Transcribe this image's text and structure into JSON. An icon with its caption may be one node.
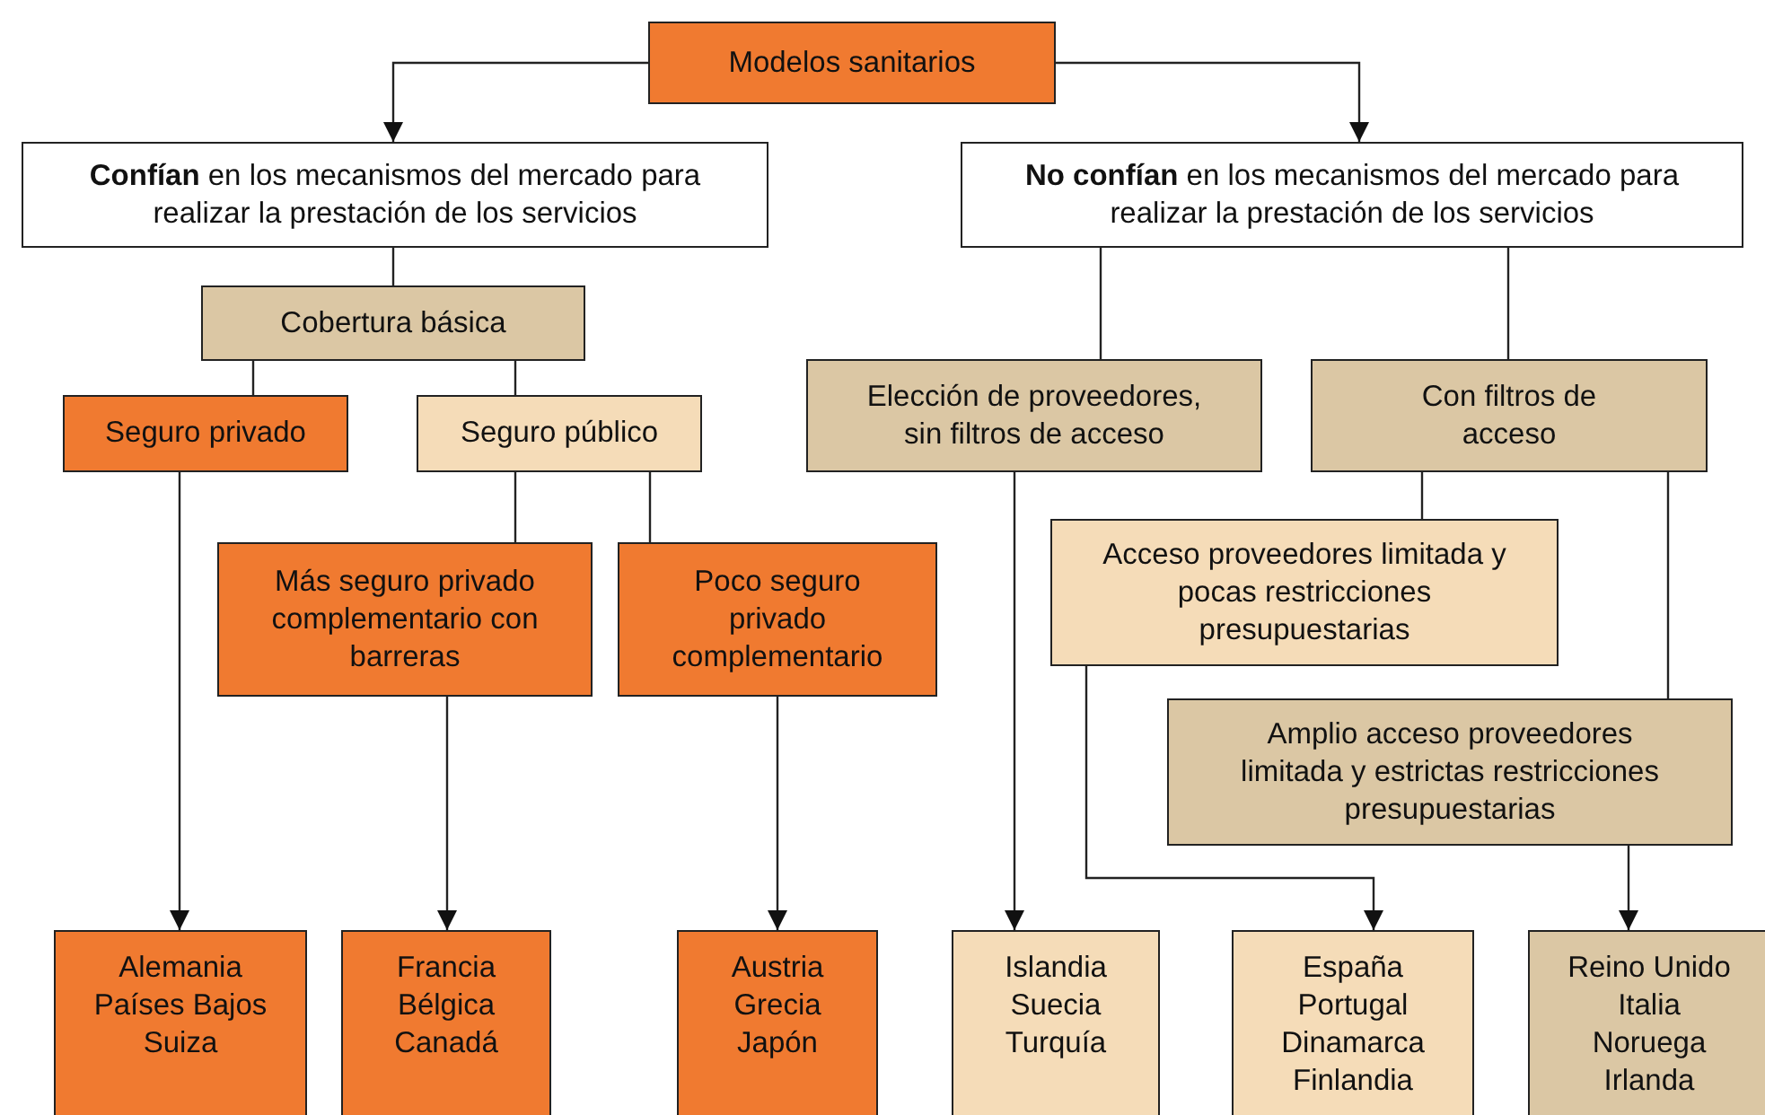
{
  "diagram": {
    "nodes": [
      {
        "text": [
          "Modelos sanitarios"
        ]
      },
      {
        "text": [
          "**Confían** en los mecanismos del mercado para realizar la prestación de los servicios"
        ]
      },
      {
        "text": [
          "**No confían** en los mecanismos del mercado para realizar la prestación de los servicios"
        ]
      },
      {
        "text": [
          "Cobertura básica"
        ]
      },
      {
        "text": [
          "Seguro privado"
        ]
      },
      {
        "text": [
          "Seguro público"
        ]
      },
      {
        "text": [
          "Más seguro privado complementario con barreras"
        ]
      },
      {
        "text": [
          "Poco seguro privado complementario"
        ]
      },
      {
        "text": [
          "Elección de proveedores, sin filtros de acceso"
        ]
      },
      {
        "text": [
          "Con filtros de acceso"
        ]
      },
      {
        "text": [
          "Acceso proveedores limitada y pocas restricciones presupuestarias"
        ]
      },
      {
        "text": [
          "Amplio acceso proveedores limitada y estrictas restricciones presupuestarias"
        ]
      },
      {
        "text": [
          "Alemania Países Bajos Suiza"
        ]
      },
      {
        "text": [
          "Francia Bélgica Canadá"
        ]
      },
      {
        "text": [
          "Austria Grecia Japón"
        ]
      },
      {
        "text": [
          "Islandia Suecia Turquía"
        ]
      },
      {
        "text": [
          "España Portugal Dinamarca Finlandia"
        ]
      },
      {
        "text": [
          "Reino Unido Italia Noruega Irlanda"
        ]
      }
    ],
    "edges": [
      {
        "from": 0,
        "to": 1,
        "arrow": "to"
      },
      {
        "from": 0,
        "to": 2,
        "arrow": "to"
      },
      {
        "from": 1,
        "to": 3,
        "arrow": "none"
      },
      {
        "from": 3,
        "to": 4,
        "arrow": "none"
      },
      {
        "from": 3,
        "to": 5,
        "arrow": "none"
      },
      {
        "from": 5,
        "to": 6,
        "arrow": "none"
      },
      {
        "from": 5,
        "to": 7,
        "arrow": "none"
      },
      {
        "from": 4,
        "to": 12,
        "arrow": "to"
      },
      {
        "from": 6,
        "to": 13,
        "arrow": "to"
      },
      {
        "from": 7,
        "to": 14,
        "arrow": "to"
      },
      {
        "from": 2,
        "to": 8,
        "arrow": "none"
      },
      {
        "from": 2,
        "to": 9,
        "arrow": "none"
      },
      {
        "from": 9,
        "to": 10,
        "arrow": "none"
      },
      {
        "from": 9,
        "to": 11,
        "arrow": "none"
      },
      {
        "from": 8,
        "to": 15,
        "arrow": "to"
      },
      {
        "from": 10,
        "to": 16,
        "arrow": "to"
      },
      {
        "from": 11,
        "to": 17,
        "arrow": "to"
      }
    ]
  }
}
